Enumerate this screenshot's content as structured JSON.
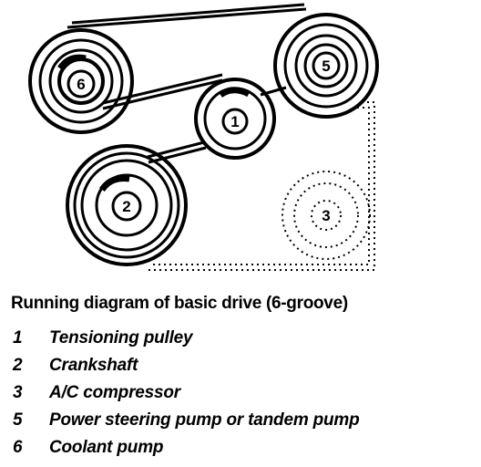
{
  "title": "Running diagram of basic drive (6-groove)",
  "pulleys": [
    {
      "id": "6",
      "type": "solid"
    },
    {
      "id": "5",
      "type": "solid"
    },
    {
      "id": "1",
      "type": "solid"
    },
    {
      "id": "2",
      "type": "solid"
    },
    {
      "id": "3",
      "type": "dotted"
    }
  ],
  "legend": [
    {
      "num": "1",
      "label": "Tensioning pulley"
    },
    {
      "num": "2",
      "label": "Crankshaft"
    },
    {
      "num": "3",
      "label": "A/C compressor"
    },
    {
      "num": "5",
      "label": "Power steering pump or tandem pump"
    },
    {
      "num": "6",
      "label": "Coolant pump"
    }
  ]
}
